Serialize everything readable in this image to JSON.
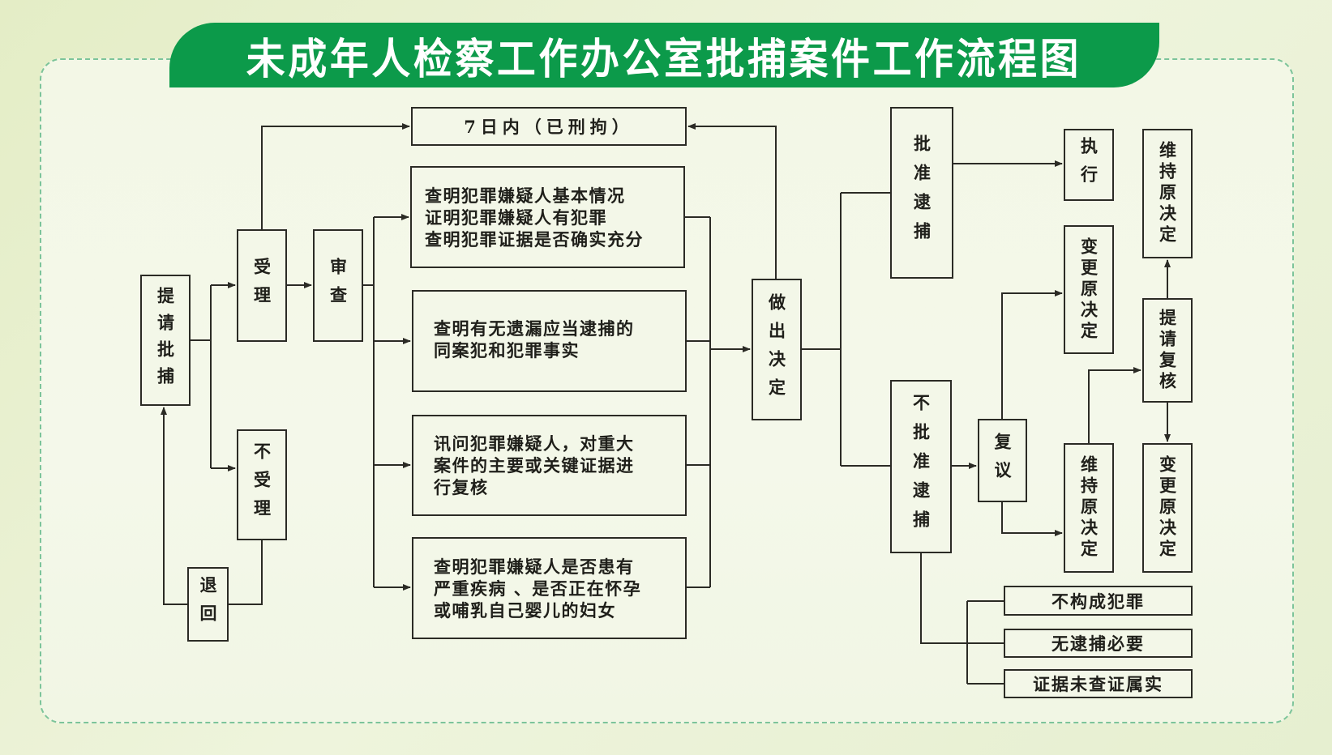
{
  "title": "未成年人检察工作办公室批捕案件工作流程图",
  "colors": {
    "title_bg": "#0c9a4a",
    "title_text": "#ffffff",
    "line": "#2b2b25",
    "panel_border": "#7cc49a"
  },
  "nodes": {
    "request_arrest": "提请批捕",
    "accept": "受理",
    "review": "审查",
    "not_accept": "不受理",
    "return": "退回",
    "within_7_days": "7日内（已刑拘）",
    "check_a": "查明犯罪嫌疑人基本情况\n证明犯罪嫌疑人有犯罪\n查明犯罪证据是否确实充分",
    "check_b": "查明有无遗漏应当逮捕的\n同案犯和犯罪事实",
    "check_c": "讯问犯罪嫌疑人，对重大\n案件的主要或关键证据进\n行复核",
    "check_d": "查明犯罪嫌疑人是否患有\n严重疾病 、是否正在怀孕\n或哺乳自己婴儿的妇女",
    "decide": "做出决定",
    "approve_arrest": "批准逮捕",
    "disapprove_arrest": "不批准逮捕",
    "execute": "执行",
    "change_decision_1": "变更原决定",
    "reconsider": "复议",
    "maintain_decision_1": "维持原决定",
    "maintain_decision_2": "维持原决定",
    "request_review": "提请复核",
    "change_decision_2": "变更原决定",
    "reason_no_crime": "不构成犯罪",
    "reason_no_necessity": "无逮捕必要",
    "reason_evidence_unverified": "证据未查证属实"
  }
}
